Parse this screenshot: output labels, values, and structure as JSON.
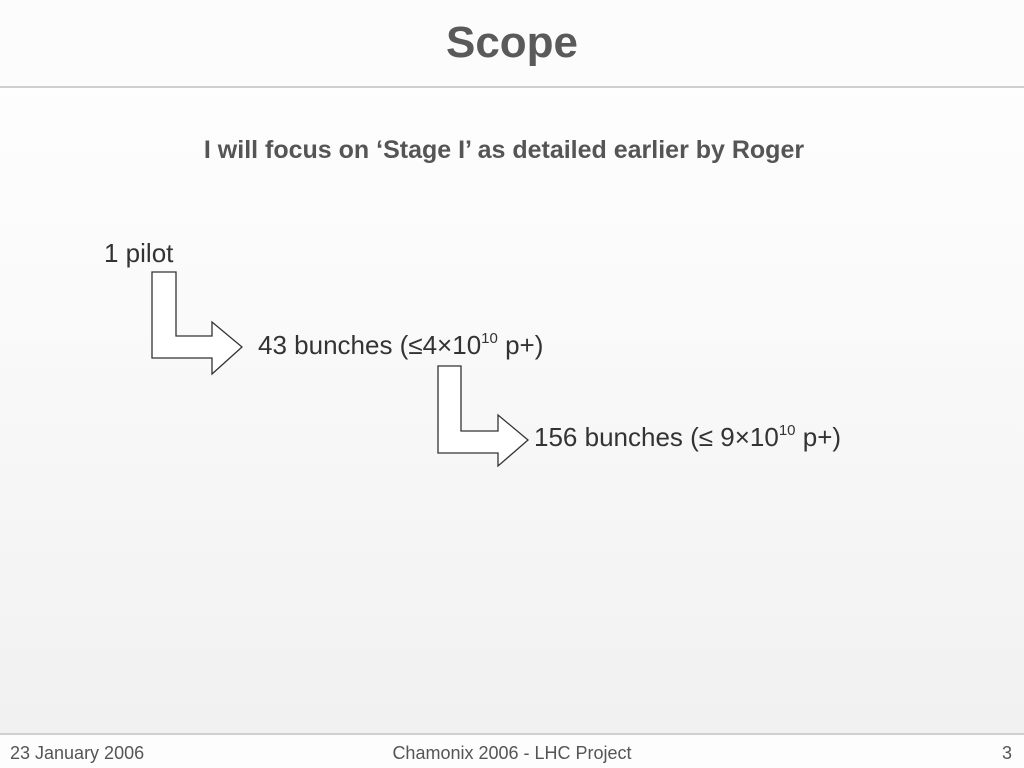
{
  "slide": {
    "title": "Scope",
    "subtitle": "I will focus on ‘Stage I’ as detailed earlier by Roger",
    "steps": [
      {
        "text": "1 pilot"
      },
      {
        "pre": "43 bunches (≤4×10",
        "exp": "10",
        "post": " p+)"
      },
      {
        "pre": "156 bunches (≤ 9×10",
        "exp": "10",
        "post": " p+)"
      }
    ]
  },
  "footer": {
    "date": "23 January 2006",
    "center": "Chamonix 2006 - LHC Project",
    "page": "3"
  },
  "colors": {
    "title": "#5a5a5a",
    "text": "#333333",
    "rule": "#cfcfcf"
  }
}
